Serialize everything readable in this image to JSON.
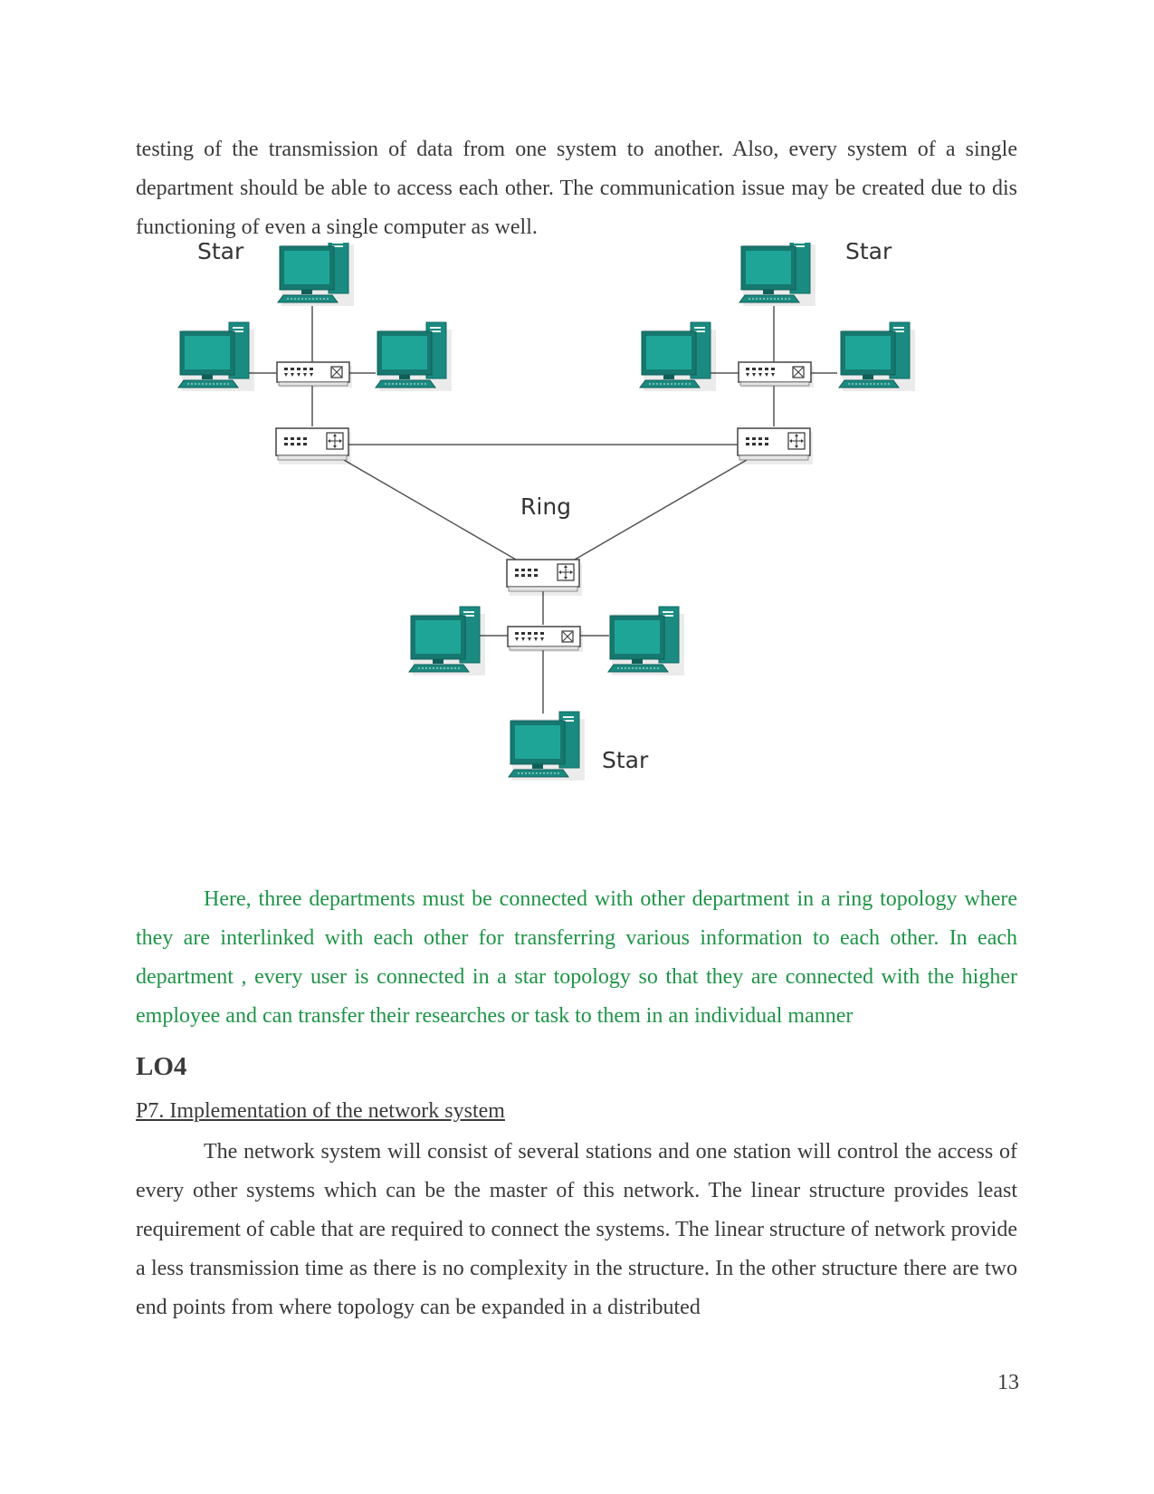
{
  "document": {
    "paragraph_top": "testing of the transmission of data from one system to another. Also, every system of a single department should be able to access each other. The communication issue may be created due to dis functioning of even a single computer as well.",
    "diagram": {
      "label_star_left": "Star",
      "label_star_right": "Star",
      "label_ring": "Ring",
      "label_star_bottom": "Star",
      "colors": {
        "screen": "#1a958a",
        "monitor_frame": "#0f6b64",
        "tower": "#1b8a80",
        "line": "#555555",
        "device_border": "#444444"
      },
      "icons": [
        "computer-icon",
        "switch-icon",
        "hub-icon"
      ]
    },
    "paragraph_green": "Here, three departments must be connected with other department in a ring topology where they are interlinked with each other for transferring various information to each other.  In each department , every user is connected in a star topology so that they are connected with the higher employee and can transfer their researches or task to them in an individual manner",
    "heading": "LO4",
    "subheading": "P7. Implementation of the network system ",
    "paragraph_bottom": "The network system will consist of several stations and one station will control the access of every other systems which can be the master of this network.  The linear structure provides least requirement of cable that are required to connect the systems. The linear structure of network provide a less transmission time as there is no complexity in the structure. In the other structure there are two end points from where topology can be expanded in a distributed",
    "page_number": "13",
    "text_color": "#3a3a3a",
    "accent_green": "#1e9447"
  }
}
